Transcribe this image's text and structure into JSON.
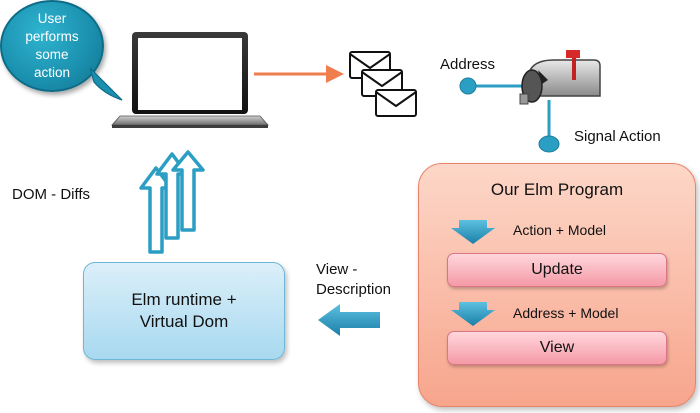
{
  "bubble": {
    "text": "User\nperforms\nsome\naction"
  },
  "labels": {
    "address": "Address",
    "signal_action": "Signal Action",
    "dom_diffs": "DOM - Diffs",
    "view_description": "View -\nDescription"
  },
  "runtime": {
    "text": "Elm runtime +\nVirtual Dom"
  },
  "program": {
    "title": "Our Elm Program",
    "action_model": "Action + Model",
    "update": "Update",
    "address_model": "Address + Model",
    "view": "View"
  },
  "colors": {
    "bubble": "#1a8fae",
    "arrow_orange": "#ef7d4d",
    "arrow_blue": "#2b9ec4",
    "runtime_box": "#a8d9f0",
    "program_box": "#f7a58c",
    "function_box": "#f59aa6"
  }
}
